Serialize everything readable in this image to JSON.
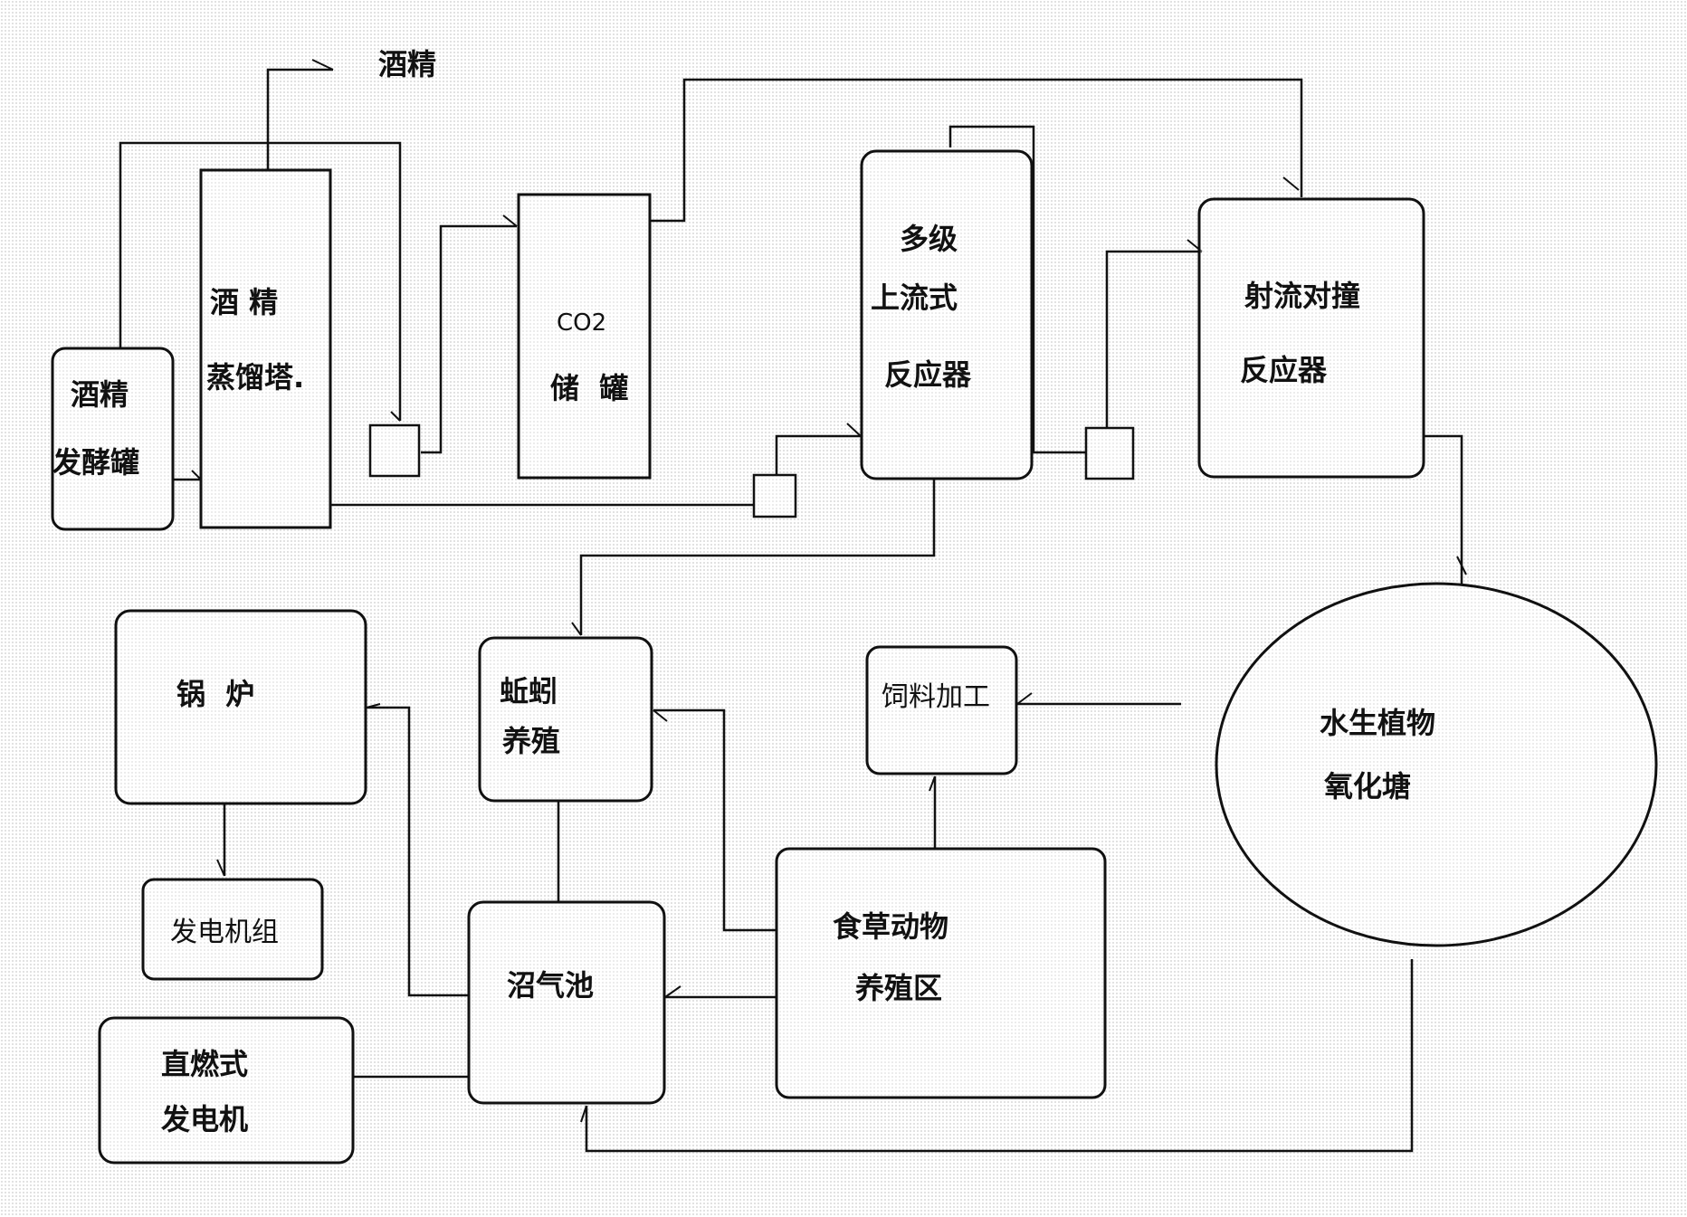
{
  "nodes": {
    "fermenter": [
      "酒精",
      "发酵罐"
    ],
    "distillation": [
      "酒 精",
      "蒸馏塔."
    ],
    "co2_tank": [
      "CO2",
      "储  罐"
    ],
    "upflow_reactor": [
      "多级",
      "上流式",
      "反应器"
    ],
    "jet_reactor": [
      "射流对撞",
      "反应器"
    ],
    "oxidation_pond": [
      "水生植物",
      "氧化塘"
    ],
    "boiler": [
      "锅  炉"
    ],
    "generator_set": [
      "发电机组"
    ],
    "direct_generator": [
      "直燃式",
      "发电机"
    ],
    "earthworm": [
      "蚯蚓",
      "养殖"
    ],
    "feed_processing": [
      "饲料加工"
    ],
    "biogas_tank": [
      "沼气池"
    ],
    "herbivore_area": [
      "食草动物",
      "养殖区"
    ]
  },
  "outputs": {
    "alcohol": "酒精"
  }
}
